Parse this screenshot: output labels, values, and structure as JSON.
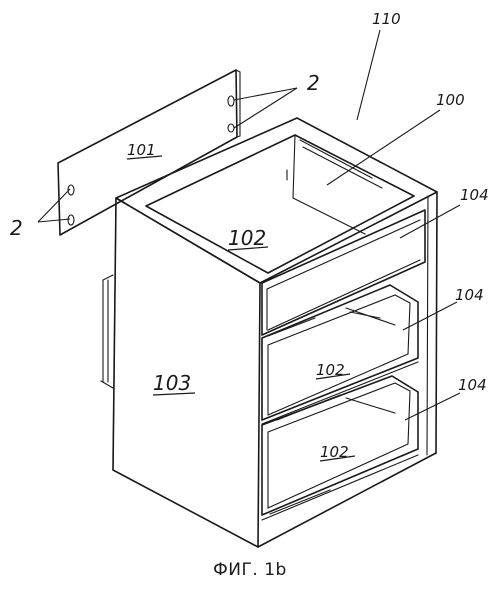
{
  "figure": {
    "caption": "ФИГ. 1b",
    "labels": {
      "ref_110": "110",
      "ref_100": "100",
      "ref_2_top": "2",
      "ref_2_left": "2",
      "ref_101": "101",
      "ref_102_top": "102",
      "ref_102_mid": "102",
      "ref_102_low": "102",
      "ref_103": "103",
      "ref_104_a": "104",
      "ref_104_b": "104",
      "ref_104_c": "104"
    }
  }
}
